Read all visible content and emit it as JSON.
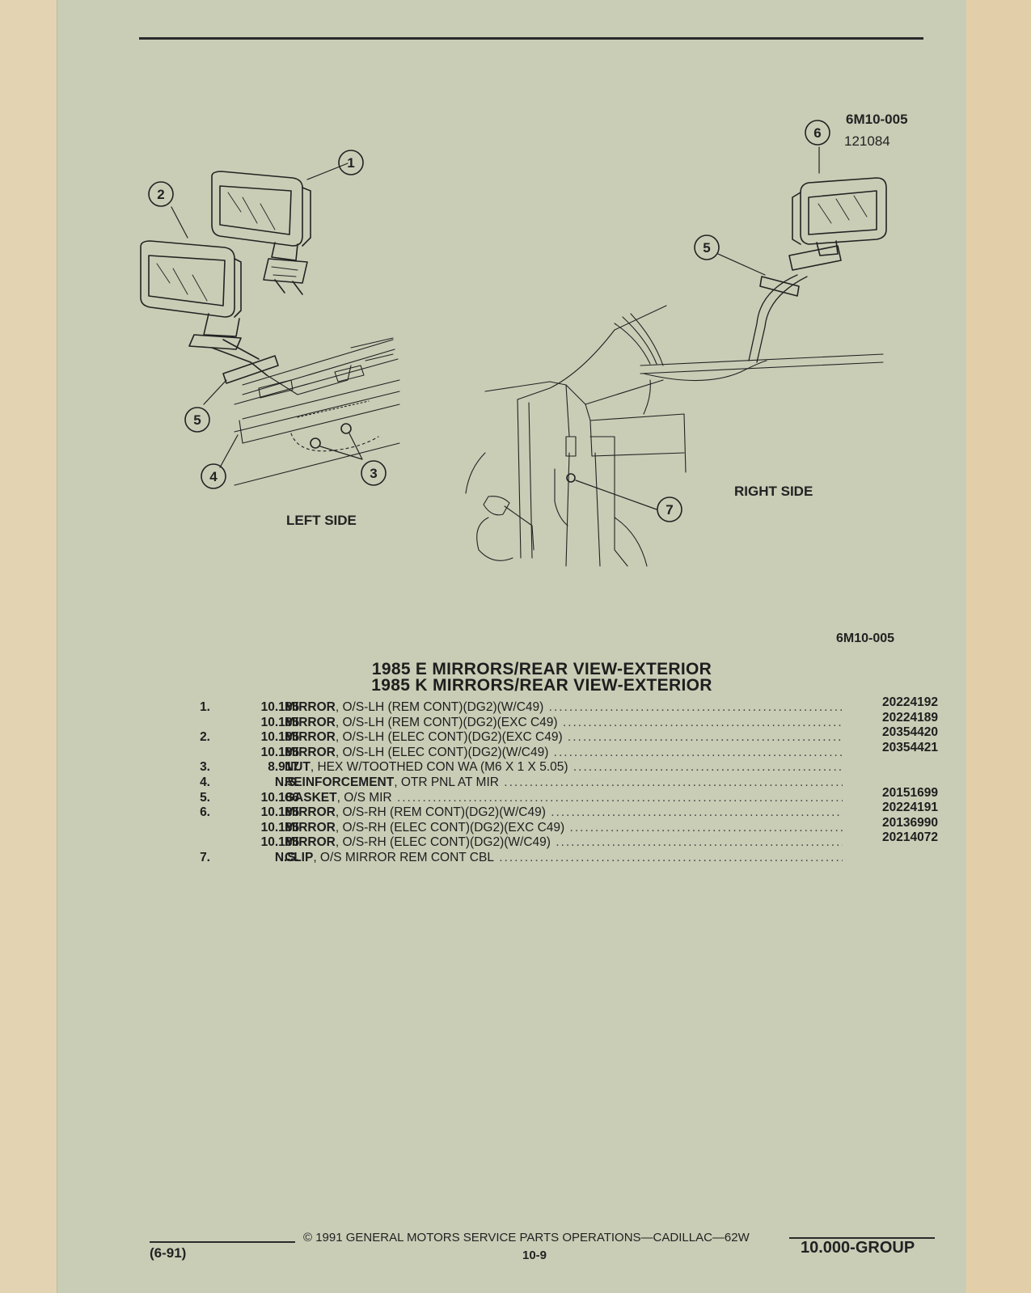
{
  "header": {
    "figure_code": "6M10-005",
    "figure_date": "121084"
  },
  "diagram": {
    "left_label": "LEFT SIDE",
    "right_label": "RIGHT SIDE",
    "callouts": [
      "1",
      "2",
      "3",
      "4",
      "5",
      "6",
      "7"
    ],
    "figure_code_bottom": "6M10-005"
  },
  "titles": [
    "1985 E MIRRORS/REAR VIEW-EXTERIOR",
    "1985 K MIRRORS/REAR VIEW-EXTERIOR"
  ],
  "parts": [
    {
      "num": "1.",
      "group": "10.185",
      "name": "MIRROR",
      "detail": ", O/S-LH (REM CONT)(DG2)(W/C49)",
      "part": "20224192"
    },
    {
      "num": "",
      "group": "10.185",
      "name": "MIRROR",
      "detail": ", O/S-LH (REM CONT)(DG2)(EXC C49)",
      "part": "20224189"
    },
    {
      "num": "2.",
      "group": "10.185",
      "name": "MIRROR",
      "detail": ", O/S-LH (ELEC CONT)(DG2)(EXC C49)",
      "part": "20354420"
    },
    {
      "num": "",
      "group": "10.185",
      "name": "MIRROR",
      "detail": ", O/S-LH (ELEC CONT)(DG2)(W/C49)",
      "part": "20354421"
    },
    {
      "num": "3.",
      "group": "8.917",
      "name": "NUT",
      "detail": ", HEX W/TOOTHED CON WA (M6 X 1 X 5.05)",
      "part": ""
    },
    {
      "num": "4.",
      "group": "N.S.",
      "name": "REINFORCEMENT",
      "detail": ", OTR PNL AT MIR",
      "part": ""
    },
    {
      "num": "5.",
      "group": "10.186",
      "name": "GASKET",
      "detail": ", O/S MIR",
      "part": "20151699"
    },
    {
      "num": "6.",
      "group": "10.185",
      "name": "MIRROR",
      "detail": ", O/S-RH (REM CONT)(DG2)(W/C49)",
      "part": "20224191"
    },
    {
      "num": "",
      "group": "10.185",
      "name": "MIRROR",
      "detail": ", O/S-RH (ELEC CONT)(DG2)(EXC C49)",
      "part": "20136990"
    },
    {
      "num": "",
      "group": "10.185",
      "name": "MIRROR",
      "detail": ", O/S-RH (ELEC CONT)(DG2)(W/C49)",
      "part": "20214072"
    },
    {
      "num": "7.",
      "group": "N.S.",
      "name": "CLIP",
      "detail": ", O/S MIRROR REM CONT CBL",
      "part": ""
    }
  ],
  "footer": {
    "copyright": "©  1991  GENERAL MOTORS SERVICE PARTS OPERATIONS—CADILLAC—62W",
    "date_code": "(6-91)",
    "page_number": "10-9",
    "group": "10.000-GROUP"
  }
}
